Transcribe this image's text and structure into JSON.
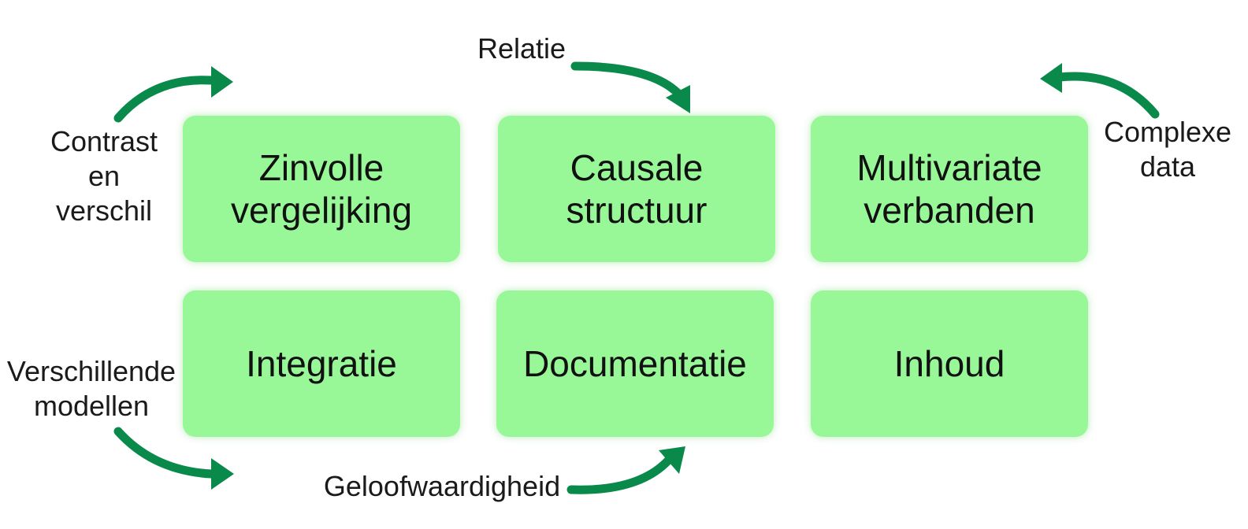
{
  "boxes": [
    {
      "line1": "Zinvolle",
      "line2": "vergelijking"
    },
    {
      "line1": "Causale",
      "line2": "structuur"
    },
    {
      "line1": "Multivariate",
      "line2": "verbanden"
    },
    {
      "line1": "Integratie",
      "line2": ""
    },
    {
      "line1": "Documentatie",
      "line2": ""
    },
    {
      "line1": "Inhoud",
      "line2": ""
    }
  ],
  "labels": {
    "contrast": {
      "line1": "Contrast",
      "line2": "en",
      "line3": "verschil"
    },
    "relatie": {
      "line1": "Relatie"
    },
    "complexe": {
      "line1": "Complexe",
      "line2": "data"
    },
    "verschillende": {
      "line1": "Verschillende",
      "line2": "modellen"
    },
    "geloofwaardigheid": {
      "line1": "Geloofwaardigheid"
    }
  },
  "colors": {
    "box_fill": "#98f898",
    "arrow": "#0a8a4a",
    "text": "#111111"
  }
}
